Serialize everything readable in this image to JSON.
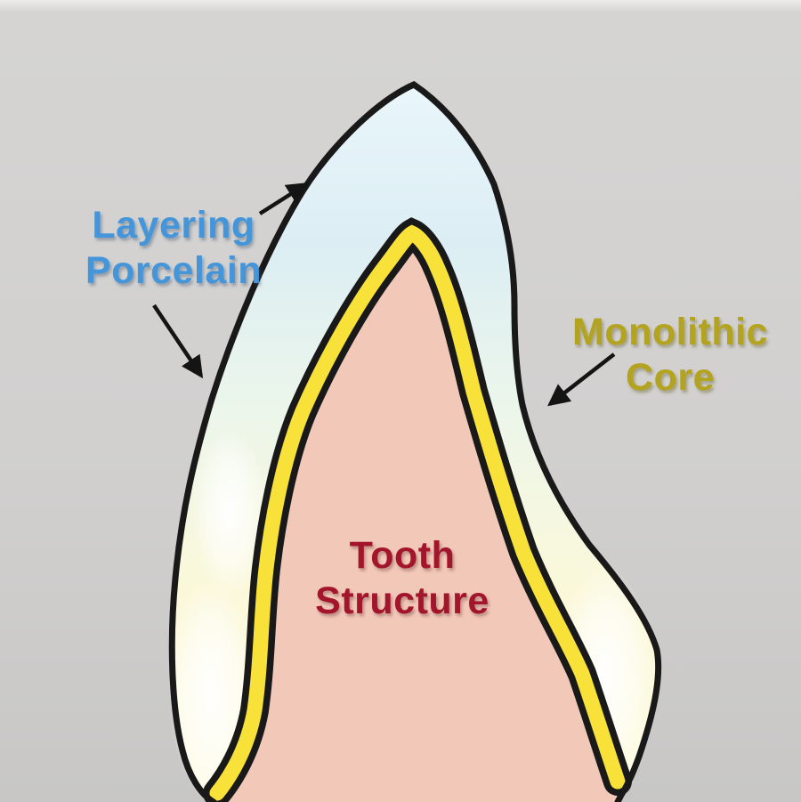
{
  "labels": {
    "layering_porcelain": {
      "line1": "Layering",
      "line2": "Porcelain"
    },
    "monolithic_core": {
      "line1": "Monolithic",
      "line2": "Core"
    },
    "tooth_structure": {
      "line1": "Tooth",
      "line2": "Structure"
    }
  },
  "colors": {
    "background_mid": "#d1d0cf",
    "background_edge": "#c8c7c6",
    "label_layering": "#4495da",
    "label_monolithic": "#b3a31e",
    "label_tooth": "#a3152b",
    "porcelain_top": "#e9f6fb",
    "porcelain_upper": "#dceef4",
    "porcelain_mid": "#ecf6ea",
    "porcelain_low": "#fbf8da",
    "porcelain_bottom": "#fefce6",
    "core_yellow": "#f8e139",
    "tooth_pink": "#f2c8b8",
    "outline": "#191919",
    "arrow": "#141414"
  }
}
